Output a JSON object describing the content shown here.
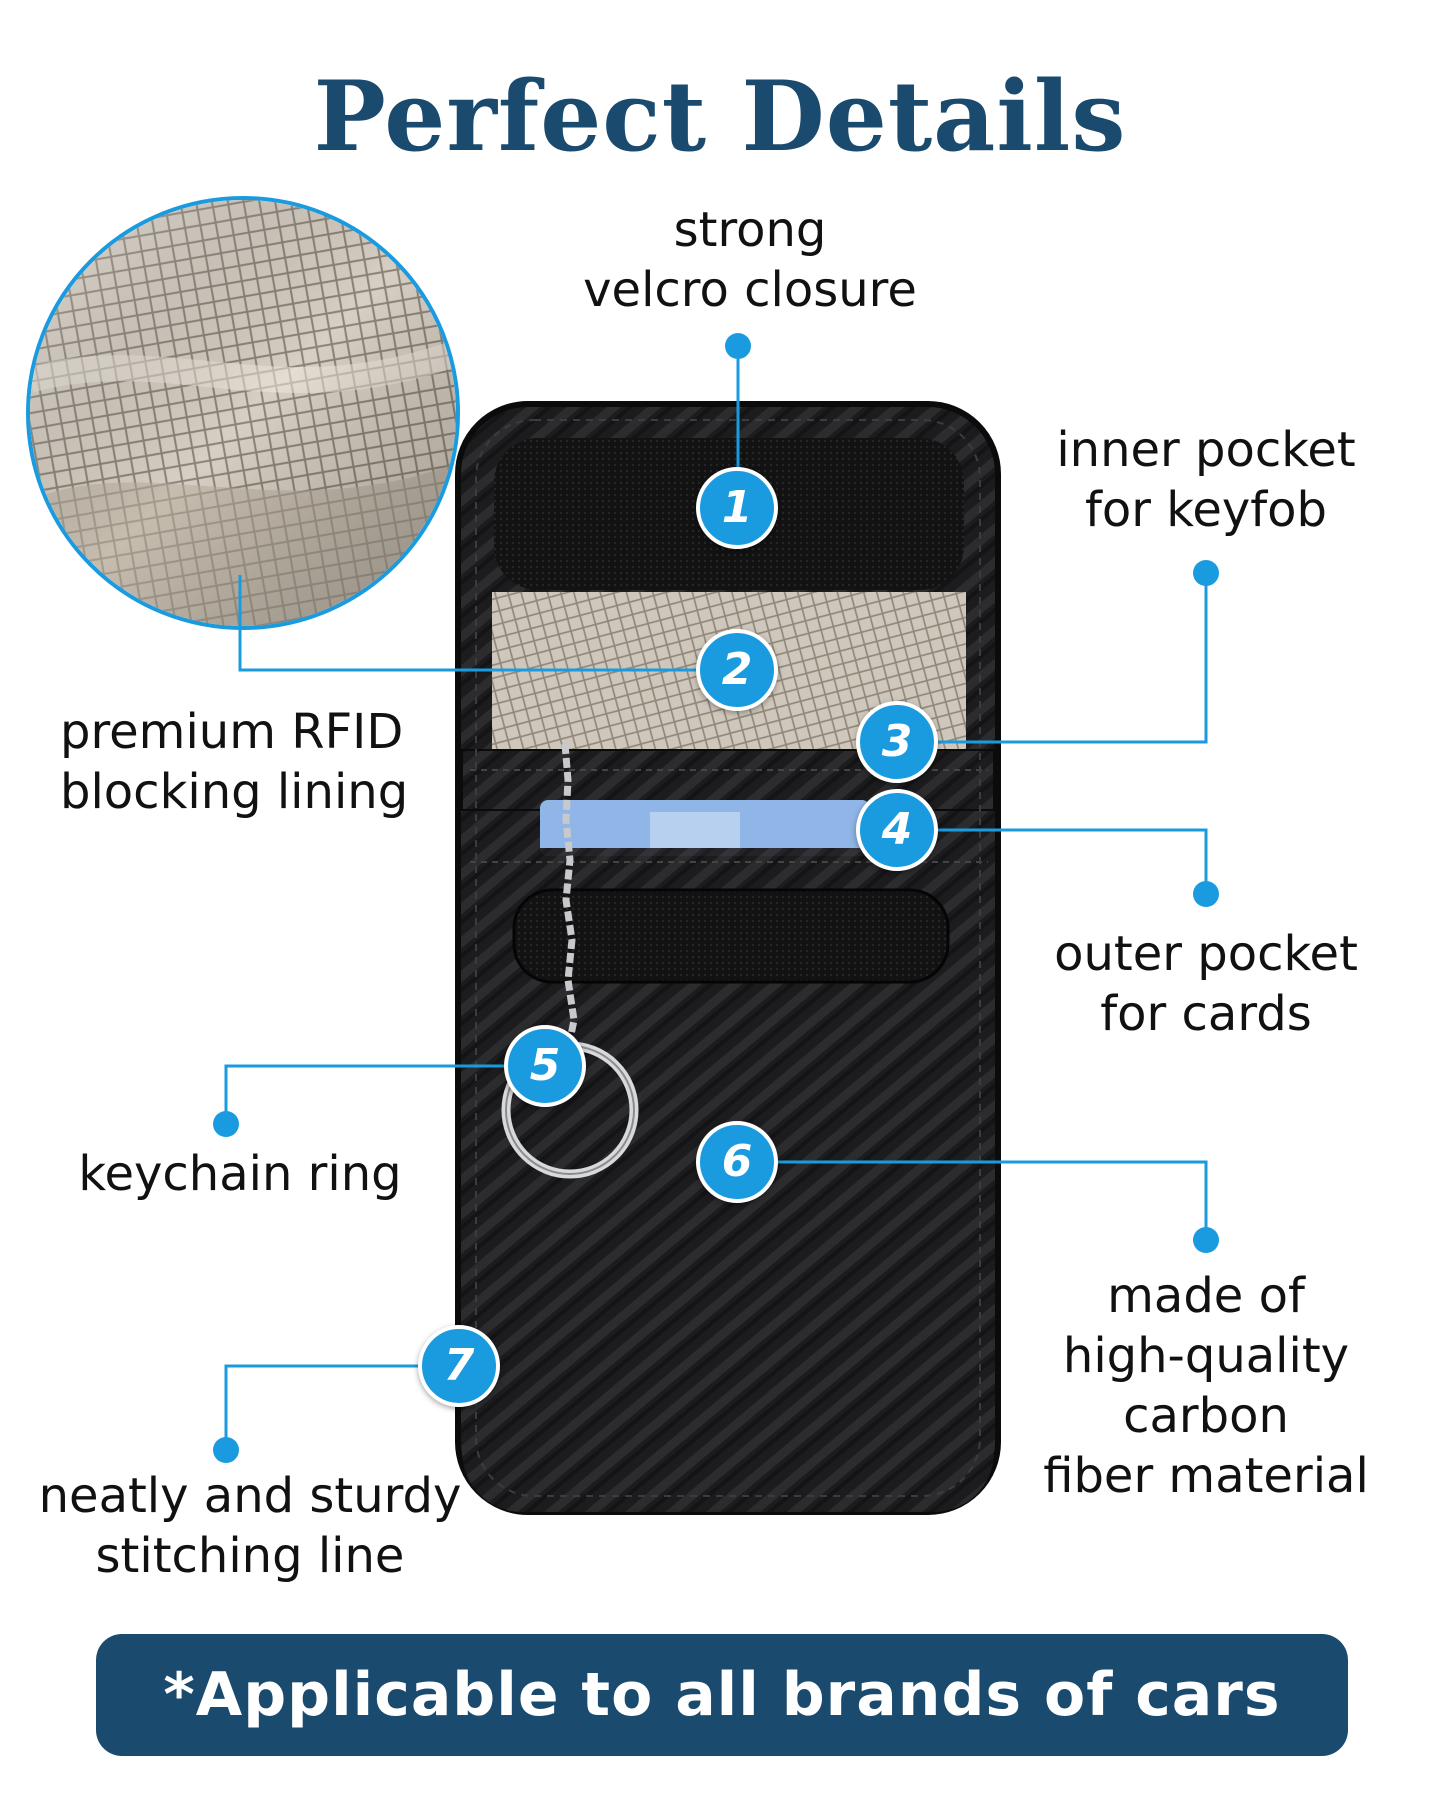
{
  "title": "Perfect Details",
  "labels": {
    "velcro": [
      "strong",
      "velcro closure"
    ],
    "inner_pocket": [
      "inner pocket",
      "for keyfob"
    ],
    "lining": [
      "premium RFID",
      "blocking lining"
    ],
    "outer_pocket": [
      "outer pocket",
      "for cards"
    ],
    "keychain": [
      "keychain ring"
    ],
    "material": [
      "made of",
      "high-quality",
      "carbon",
      "fiber material"
    ],
    "stitching": [
      "neatly and sturdy",
      "stitching line"
    ]
  },
  "badges": [
    "1",
    "2",
    "3",
    "4",
    "5",
    "6",
    "7"
  ],
  "banner": "*Applicable to all brands of cars",
  "colors": {
    "title": "#1a4a6e",
    "accent": "#1a9be0",
    "banner_bg": "#1a4a6e",
    "pouch": "#1b1b1d",
    "lining": "#cfc7bb"
  }
}
